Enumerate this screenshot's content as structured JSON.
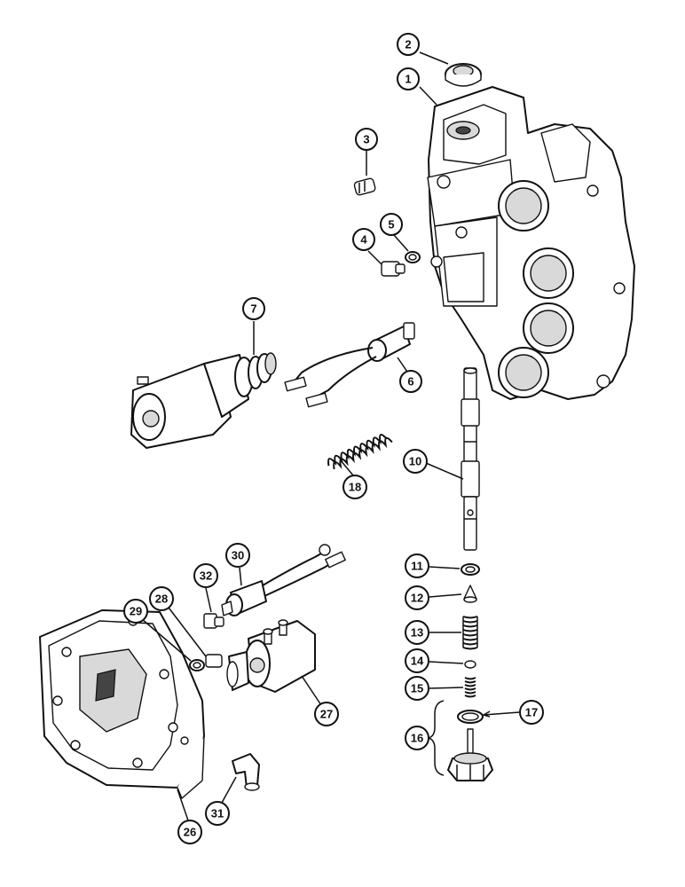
{
  "diagram": {
    "callouts": [
      {
        "id": "c1",
        "label": "1"
      },
      {
        "id": "c2",
        "label": "2"
      },
      {
        "id": "c3",
        "label": "3"
      },
      {
        "id": "c4",
        "label": "4"
      },
      {
        "id": "c5",
        "label": "5"
      },
      {
        "id": "c6",
        "label": "6"
      },
      {
        "id": "c7",
        "label": "7"
      },
      {
        "id": "c10",
        "label": "10"
      },
      {
        "id": "c11",
        "label": "11"
      },
      {
        "id": "c12",
        "label": "12"
      },
      {
        "id": "c13",
        "label": "13"
      },
      {
        "id": "c14",
        "label": "14"
      },
      {
        "id": "c15",
        "label": "15"
      },
      {
        "id": "c16",
        "label": "16"
      },
      {
        "id": "c17",
        "label": "17"
      },
      {
        "id": "c18",
        "label": "18"
      },
      {
        "id": "c26",
        "label": "26"
      },
      {
        "id": "c27",
        "label": "27"
      },
      {
        "id": "c28",
        "label": "28"
      },
      {
        "id": "c29",
        "label": "29"
      },
      {
        "id": "c30",
        "label": "30"
      },
      {
        "id": "c31",
        "label": "31"
      },
      {
        "id": "c32",
        "label": "32"
      }
    ]
  }
}
